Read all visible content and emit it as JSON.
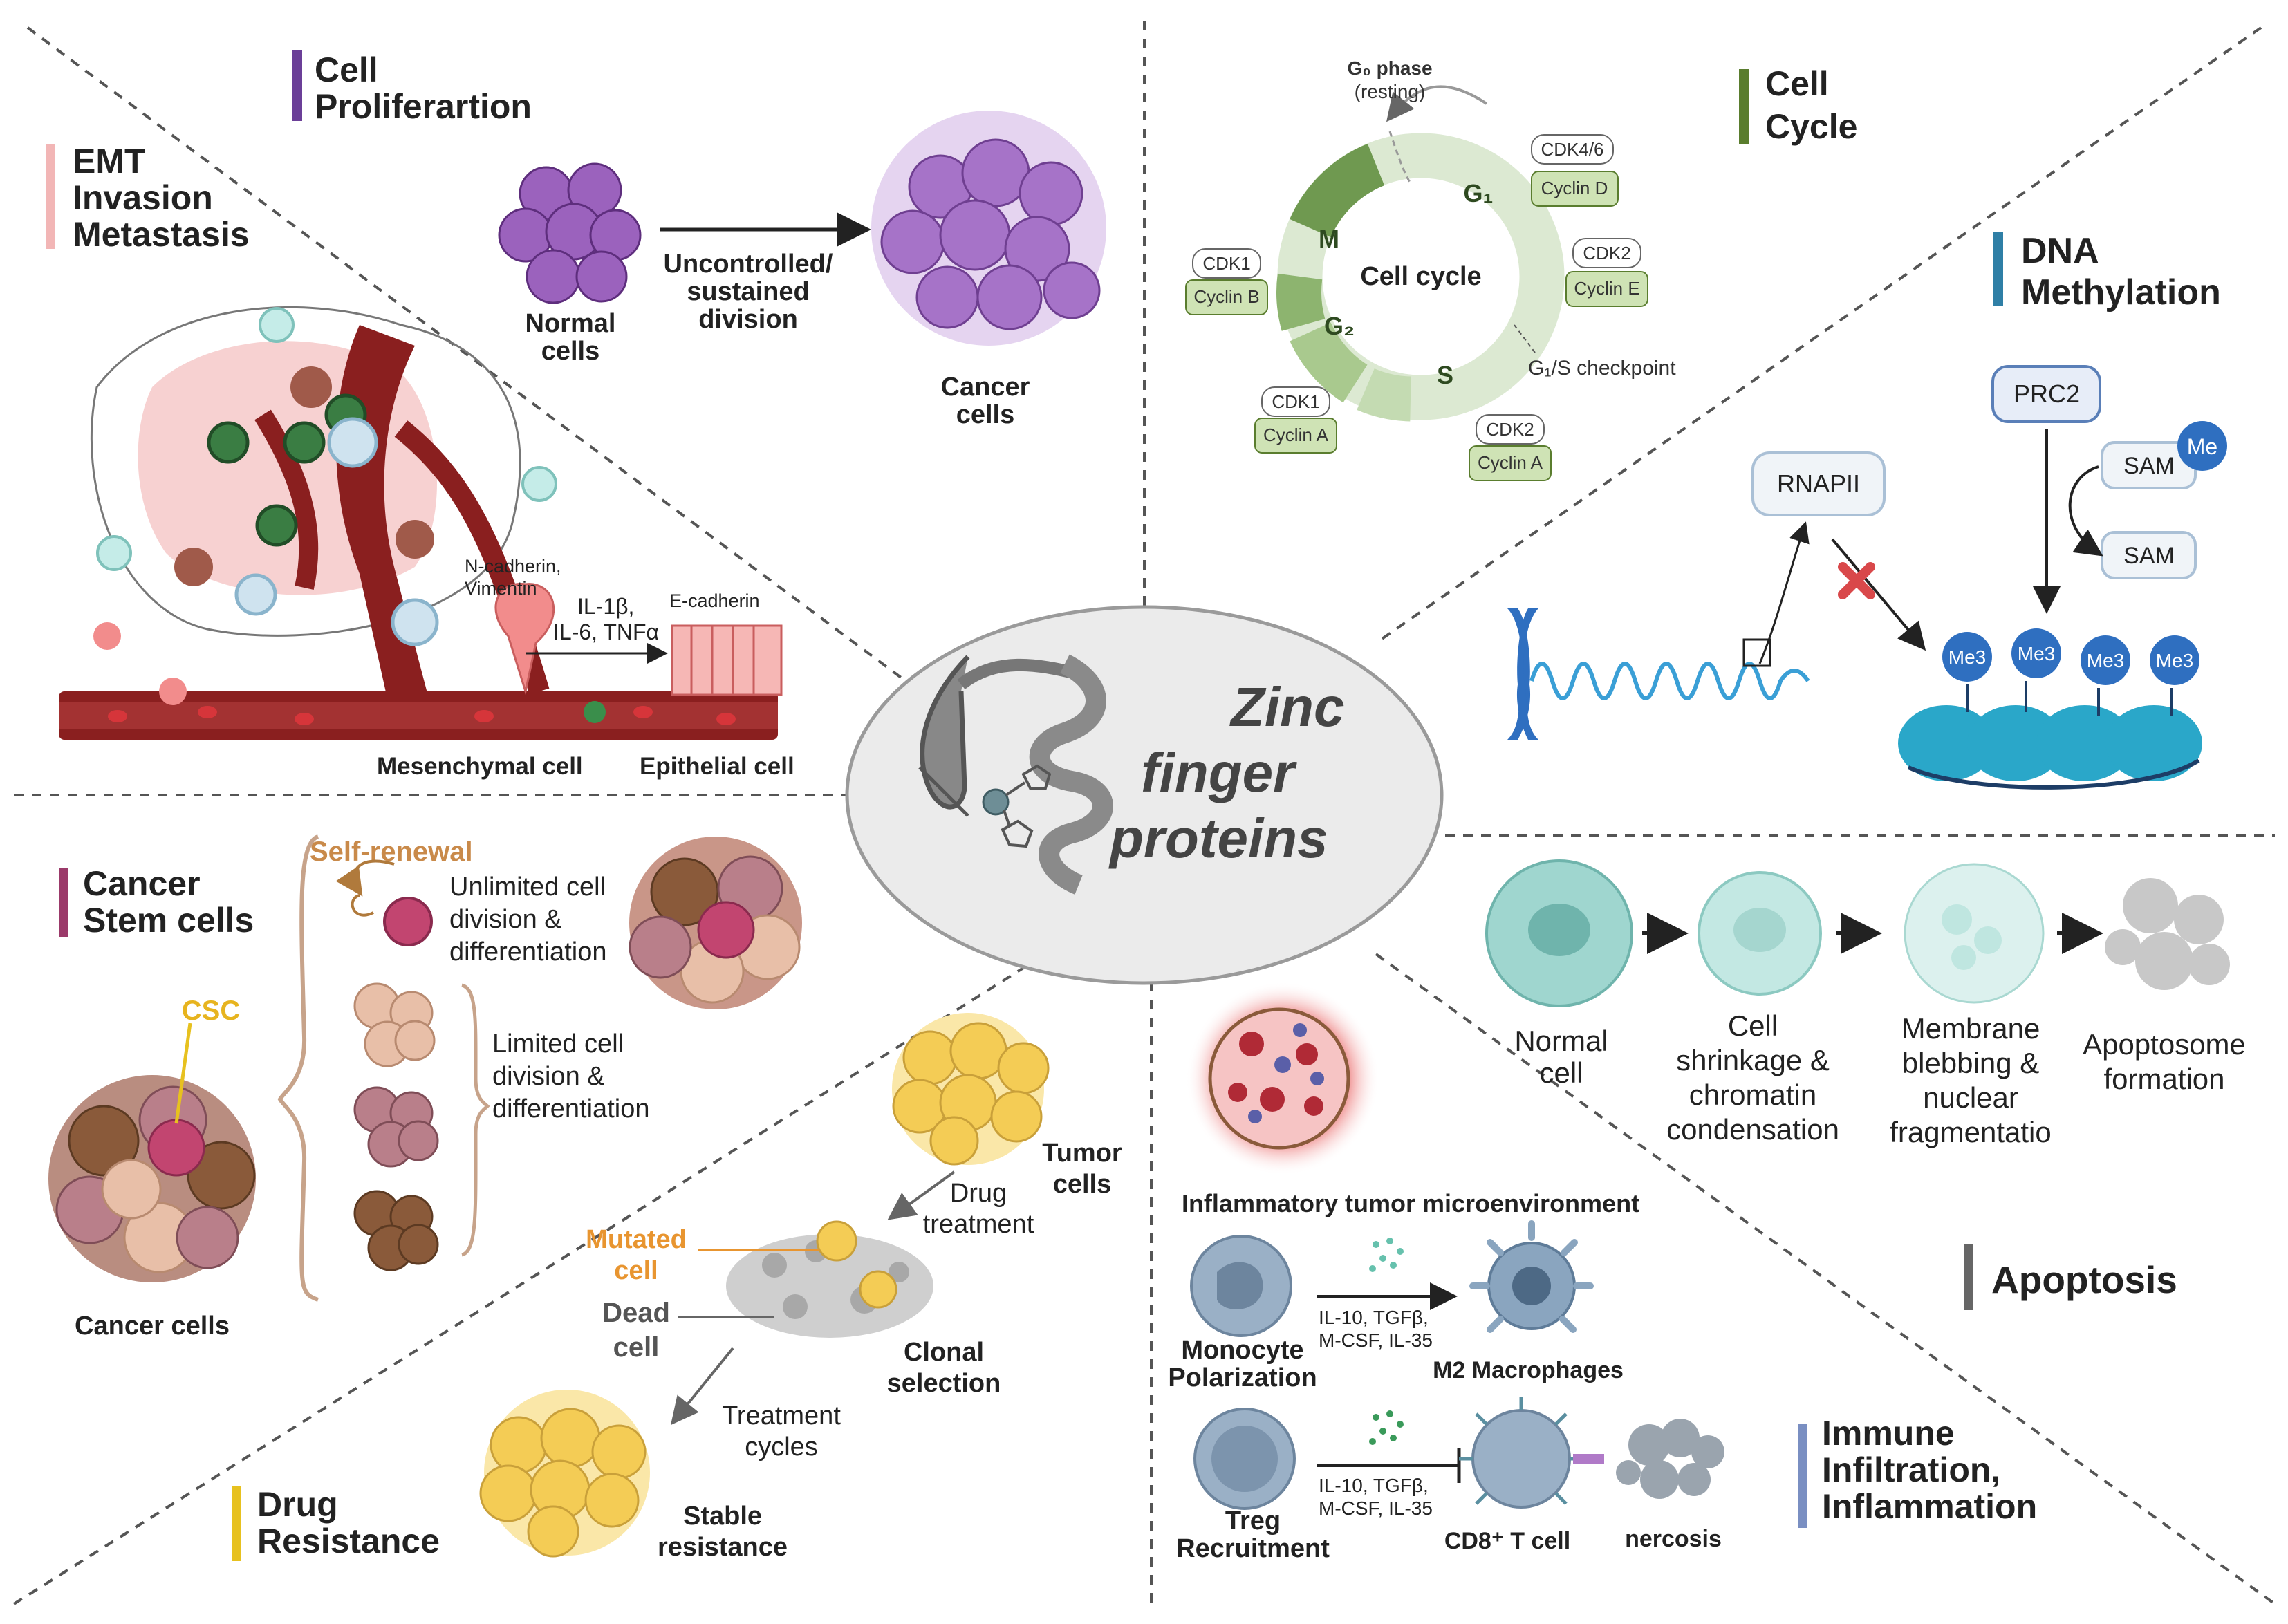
{
  "center": {
    "title_line1": "Zinc",
    "title_line2": "finger",
    "title_line3": "proteins"
  },
  "sections": {
    "emt": {
      "heading": [
        "EMT",
        "Invasion",
        "Metastasis"
      ],
      "bar_color": "#f2b6b6",
      "labels": {
        "ncadherin": [
          "N-cadherin,",
          "Vimentin"
        ],
        "cytokines": [
          "IL-1β,",
          "IL-6, TNFα"
        ],
        "ecadherin": "E-cadherin",
        "mesenchymal": "Mesenchymal cell",
        "epithelial": "Epithelial cell"
      }
    },
    "proliferation": {
      "heading": [
        "Cell",
        "Proliferartion"
      ],
      "bar_color": "#6b3f98",
      "labels": {
        "normal": [
          "Normal",
          "cells"
        ],
        "arrow": [
          "Uncontrolled/",
          "sustained",
          "division"
        ],
        "cancer": [
          "Cancer",
          "cells"
        ]
      }
    },
    "cell_cycle": {
      "heading": [
        "Cell",
        "Cycle"
      ],
      "bar_color": "#5a7d2e",
      "labels": {
        "g0": "G₀ phase",
        "resting": "(resting)",
        "center": "Cell cycle",
        "m": "M",
        "g1": "G₁",
        "g2": "G₂",
        "s": "S",
        "checkpoint": "G₁/S checkpoint"
      },
      "complexes": [
        {
          "cdk": "CDK4/6",
          "cyclin": "Cyclin D"
        },
        {
          "cdk": "CDK2",
          "cyclin": "Cyclin E"
        },
        {
          "cdk": "CDK2",
          "cyclin": "Cyclin A"
        },
        {
          "cdk": "CDK1",
          "cyclin": "Cyclin A"
        },
        {
          "cdk": "CDK1",
          "cyclin": "Cyclin B"
        }
      ]
    },
    "dna_methylation": {
      "heading": [
        "DNA",
        "Methylation"
      ],
      "bar_color": "#2f7fa6",
      "labels": {
        "prc2": "PRC2",
        "rnapii": "RNAPII",
        "sam": "SAM",
        "me": "Me",
        "me3": "Me3"
      }
    },
    "stem_cells": {
      "heading": [
        "Cancer",
        "Stem cells"
      ],
      "bar_color": "#9b3a6a",
      "labels": {
        "self_renewal": "Self-renewal",
        "unlimited": [
          "Unlimited cell",
          "division &",
          "differentiation"
        ],
        "limited": [
          "Limited cell",
          "division &",
          "differentiation"
        ],
        "csc": "CSC",
        "cancer_cells": "Cancer cells"
      }
    },
    "drug_resistance": {
      "heading": [
        "Drug",
        "Resistance"
      ],
      "bar_color": "#e7c11f",
      "labels": {
        "tumor": [
          "Tumor",
          "cells"
        ],
        "drug": [
          "Drug",
          "treatment"
        ],
        "mutated": [
          "Mutated",
          "cell"
        ],
        "dead": [
          "Dead",
          "cell"
        ],
        "clonal": [
          "Clonal",
          "selection"
        ],
        "cycles": [
          "Treatment",
          "cycles"
        ],
        "stable": [
          "Stable",
          "resistance"
        ]
      }
    },
    "apoptosis": {
      "heading": [
        "Apoptosis"
      ],
      "bar_color": "#666666",
      "stages": [
        [
          "Normal",
          "cell"
        ],
        [
          "Cell",
          "shrinkage &",
          "chromatin",
          "condensation"
        ],
        [
          "Membrane",
          "blebbing &",
          "nuclear",
          "fragmentatio"
        ],
        [
          "Apoptosome",
          "formation"
        ]
      ]
    },
    "immune": {
      "heading": [
        "Immune",
        "Infiltration,",
        "Inflammation"
      ],
      "bar_color": "#7a8fc2",
      "labels": {
        "tme": "Inflammatory tumor microenvironment",
        "monocyte": [
          "Monocyte",
          "Polarization"
        ],
        "cytokines1": [
          "IL-10, TGFβ,",
          "M-CSF, IL-35"
        ],
        "m2": "M2 Macrophages",
        "treg": [
          "Treg",
          "Recruitment"
        ],
        "cytokines2": [
          "IL-10, TGFβ,",
          "M-CSF, IL-35"
        ],
        "cd8": "CD8⁺ T cell",
        "necrosis": "nercosis"
      }
    }
  }
}
